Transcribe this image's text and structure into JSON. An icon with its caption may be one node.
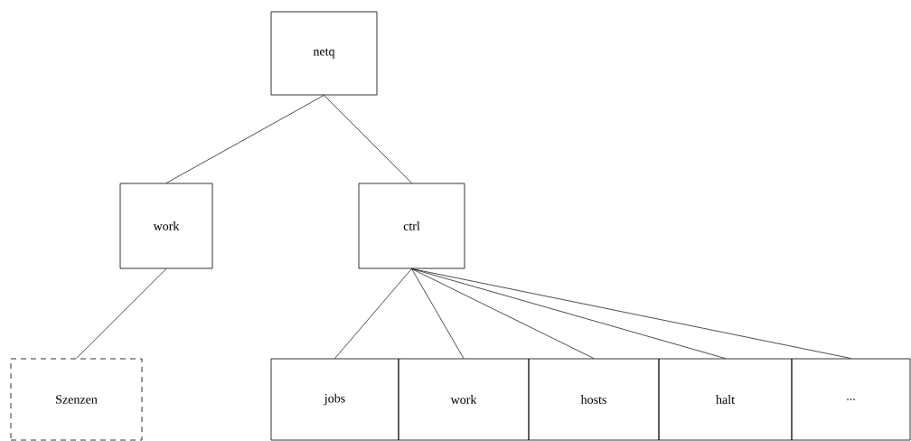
{
  "diagram": {
    "nodes": [
      {
        "text": [
          "netq"
        ]
      },
      {
        "text": [
          "work"
        ]
      },
      {
        "text": [
          "ctrl"
        ]
      },
      {
        "text": [
          "Szenzen"
        ]
      },
      {
        "text": [
          "jobs"
        ]
      },
      {
        "text": [
          "work"
        ]
      },
      {
        "text": [
          "hosts"
        ]
      },
      {
        "text": [
          "halt"
        ]
      },
      {
        "text": [
          "..."
        ]
      }
    ],
    "edges": [
      {
        "from": 0,
        "to": 1,
        "arrow": "none"
      },
      {
        "from": 0,
        "to": 2,
        "arrow": "none"
      },
      {
        "from": 1,
        "to": 3,
        "arrow": "none"
      },
      {
        "from": 2,
        "to": 4,
        "arrow": "none"
      },
      {
        "from": 2,
        "to": 5,
        "arrow": "none"
      },
      {
        "from": 2,
        "to": 6,
        "arrow": "none"
      },
      {
        "from": 2,
        "to": 7,
        "arrow": "none"
      },
      {
        "from": 2,
        "to": 8,
        "arrow": "none"
      }
    ]
  }
}
